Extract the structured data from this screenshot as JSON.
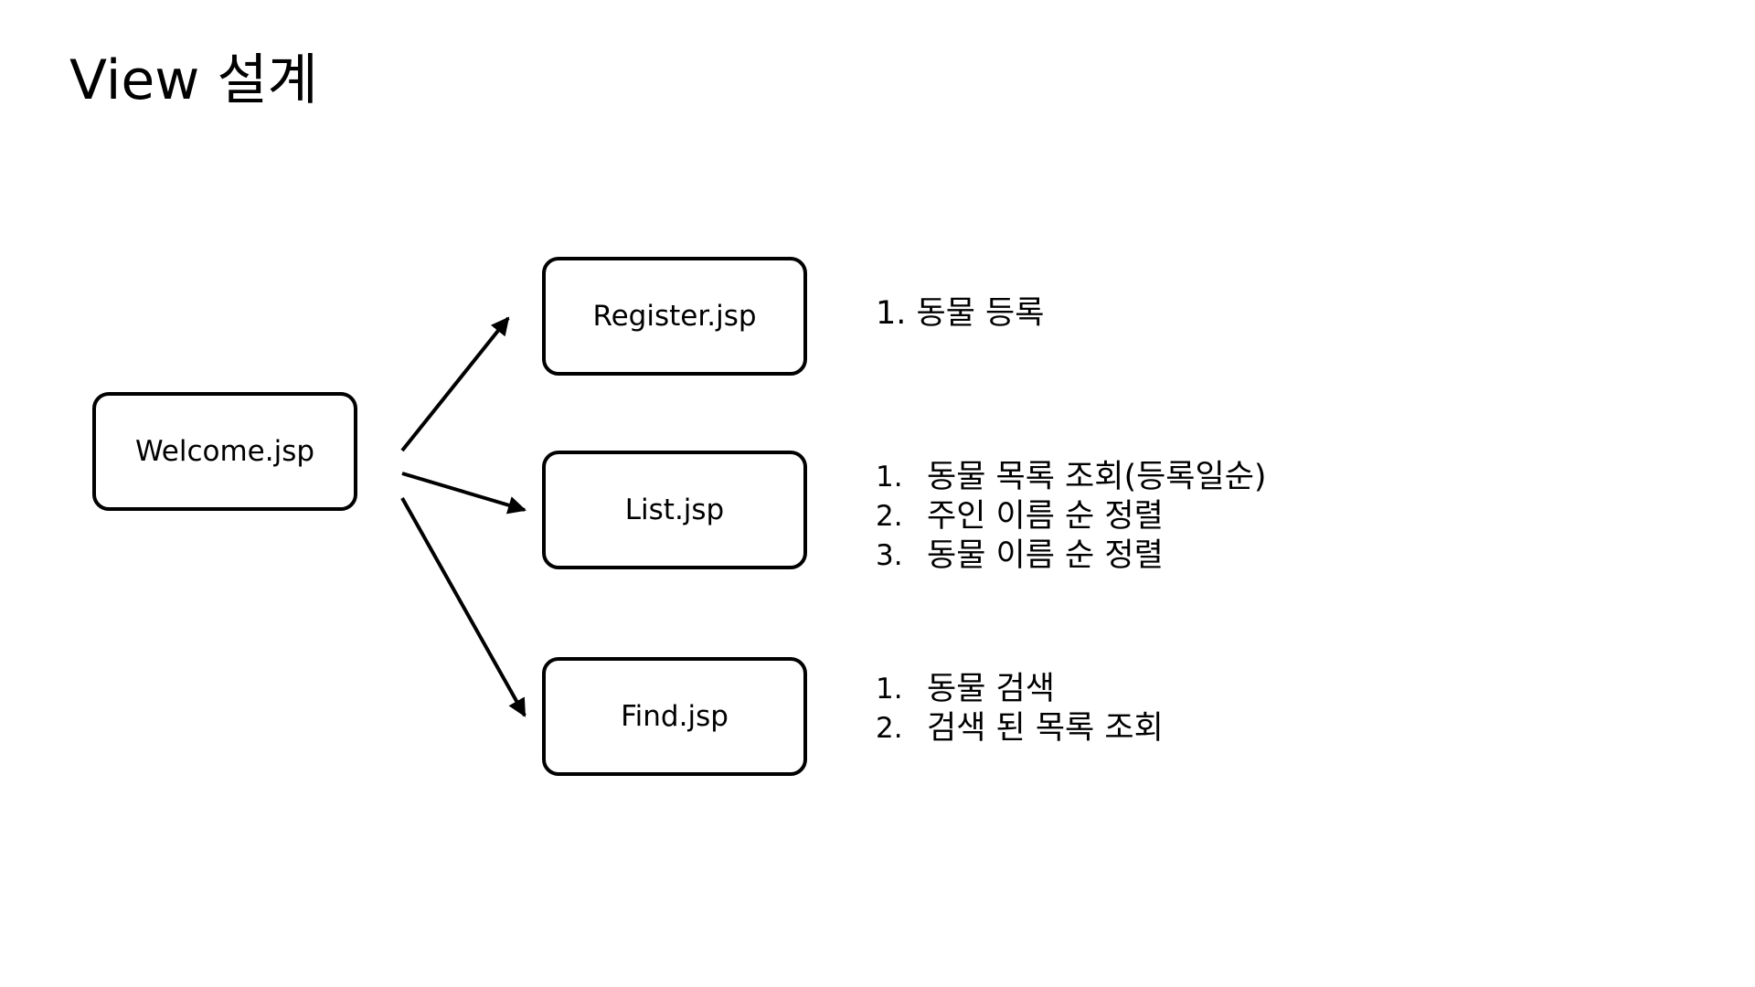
{
  "title": "View 설계",
  "nodes": {
    "welcome": "Welcome.jsp",
    "register": "Register.jsp",
    "list": "List.jsp",
    "find": "Find.jsp"
  },
  "descriptions": {
    "register": "1. 동물 등록",
    "list": [
      {
        "num": "1.",
        "text": "동물 목록 조회(등록일순)"
      },
      {
        "num": "2.",
        "text": "주인 이름 순 정렬"
      },
      {
        "num": "3.",
        "text": "동물 이름 순 정렬"
      }
    ],
    "find": [
      {
        "num": "1.",
        "text": "동물 검색"
      },
      {
        "num": "2.",
        "text": "검색 된 목록 조회"
      }
    ]
  },
  "colors": {
    "stroke": "#000000",
    "background": "#ffffff"
  }
}
